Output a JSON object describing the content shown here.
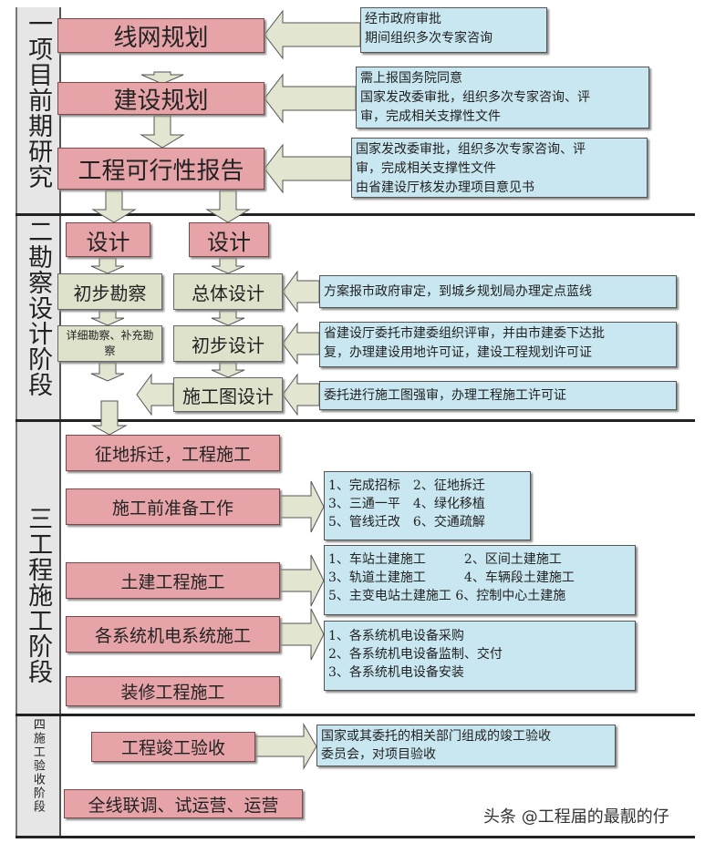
{
  "stages": [
    {
      "label": "一项目前期研究"
    },
    {
      "label": "二勘察设计阶段"
    },
    {
      "label": "三工程施工阶段"
    },
    {
      "label": "四施工验收阶段"
    }
  ],
  "stage1": {
    "steps": [
      "线网规划",
      "建设规划",
      "工程可行性报告"
    ],
    "notes": [
      [
        "经市政府审批",
        "期间组织多次专家咨询"
      ],
      [
        "需上报国务院同意",
        "国家发改委审批，组织多次专家咨询、评",
        "审，完成相关支撑性文件"
      ],
      [
        "国家发改委审批，组织多次专家咨询、评",
        "审，完成相关支撑性文件",
        "由省建设厅核发办理项目意见书"
      ]
    ]
  },
  "stage2": {
    "design_left": "设计",
    "design_right": "设计",
    "survey1": "初步勘察",
    "survey2": "详细勘察、补充勘察",
    "design1": "总体设计",
    "design2": "初步设计",
    "design3": "施工图设计",
    "notes": [
      [
        "方案报市政府审定，到城乡规划局办理定点蓝线"
      ],
      [
        "省建设厅委托市建委组织评审，并由市建委下达批",
        "复，办理建设用地许可证，建设工程规划许可证"
      ],
      [
        "委托进行施工图强审，办理工程施工许可证"
      ]
    ]
  },
  "stage3": {
    "steps": [
      "征地拆迁，工程施工",
      "施工前准备工作",
      "土建工程施工",
      "各系统机电系统施工",
      "装修工程施工"
    ],
    "notes": [
      [
        "1、完成招标　2、征地拆迁",
        "3、三通一平　4、绿化移植",
        "5、管线迁改　6、交通疏解"
      ],
      [
        "1、车站土建施工　　　2、区间土建施工",
        "3、轨道土建施工　　　4、车辆段土建施工",
        "5、主变电站土建施工 6、控制中心土建施"
      ],
      [
        "1、各系统机电设备采购",
        "2、各系统机电设备监制、交付",
        "3、各系统机电设备安装"
      ]
    ]
  },
  "stage4": {
    "steps": [
      "工程竣工验收",
      "全线联调、试运营、运营"
    ],
    "notes": [
      [
        "国家或其委托的相关部门组成的竣工验收",
        "委员会，对项目验收"
      ]
    ]
  },
  "watermark": "头条 @工程届的最靓的仔",
  "colors": {
    "pink": "#e7a4a8",
    "green": "#dfe2cb",
    "blue": "#c9e7f0",
    "arrow": "#e2e5cf"
  }
}
